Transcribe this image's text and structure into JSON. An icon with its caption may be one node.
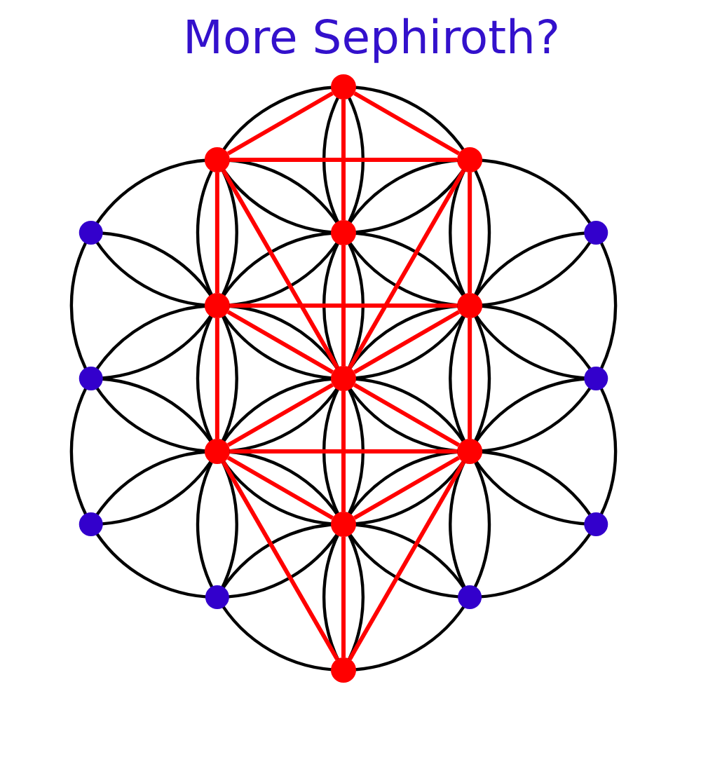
{
  "diagram": {
    "title": "More Sephiroth?",
    "nodes": [
      {
        "text": [],
        "shape": "circle"
      },
      {
        "text": [],
        "shape": "circle"
      },
      {
        "text": [],
        "shape": "circle"
      },
      {
        "text": [],
        "shape": "circle"
      },
      {
        "text": [],
        "shape": "circle"
      },
      {
        "text": [],
        "shape": "circle"
      },
      {
        "text": [],
        "shape": "circle"
      },
      {
        "text": [],
        "shape": "circle"
      },
      {
        "text": [],
        "shape": "circle"
      },
      {
        "text": [],
        "shape": "circle"
      },
      {
        "text": [],
        "shape": "circle"
      },
      {
        "text": [],
        "shape": "circle"
      },
      {
        "text": [],
        "shape": "circle"
      },
      {
        "text": [],
        "shape": "circle"
      },
      {
        "text": [],
        "shape": "circle"
      },
      {
        "text": [],
        "shape": "circle"
      },
      {
        "text": [],
        "shape": "circle"
      },
      {
        "text": [],
        "shape": "circle"
      },
      {
        "text": [],
        "shape": "circle"
      }
    ],
    "edges": [
      {
        "from": 0,
        "to": 1,
        "arrow": "none"
      },
      {
        "from": 0,
        "to": 2,
        "arrow": "none"
      },
      {
        "from": 0,
        "to": 4,
        "arrow": "none"
      },
      {
        "from": 1,
        "to": 2,
        "arrow": "none"
      },
      {
        "from": 1,
        "to": 6,
        "arrow": "none"
      },
      {
        "from": 1,
        "to": 9,
        "arrow": "none"
      },
      {
        "from": 2,
        "to": 7,
        "arrow": "none"
      },
      {
        "from": 2,
        "to": 9,
        "arrow": "none"
      },
      {
        "from": 4,
        "to": 9,
        "arrow": "none"
      },
      {
        "from": 6,
        "to": 7,
        "arrow": "none"
      },
      {
        "from": 6,
        "to": 9,
        "arrow": "none"
      },
      {
        "from": 7,
        "to": 9,
        "arrow": "none"
      },
      {
        "from": 6,
        "to": 11,
        "arrow": "none"
      },
      {
        "from": 7,
        "to": 12,
        "arrow": "none"
      },
      {
        "from": 9,
        "to": 11,
        "arrow": "none"
      },
      {
        "from": 9,
        "to": 12,
        "arrow": "none"
      },
      {
        "from": 11,
        "to": 12,
        "arrow": "none"
      },
      {
        "from": 9,
        "to": 14,
        "arrow": "none"
      },
      {
        "from": 11,
        "to": 14,
        "arrow": "none"
      },
      {
        "from": 12,
        "to": 14,
        "arrow": "none"
      },
      {
        "from": 11,
        "to": 18,
        "arrow": "none"
      },
      {
        "from": 12,
        "to": 18,
        "arrow": "none"
      },
      {
        "from": 14,
        "to": 18,
        "arrow": "none"
      }
    ]
  }
}
